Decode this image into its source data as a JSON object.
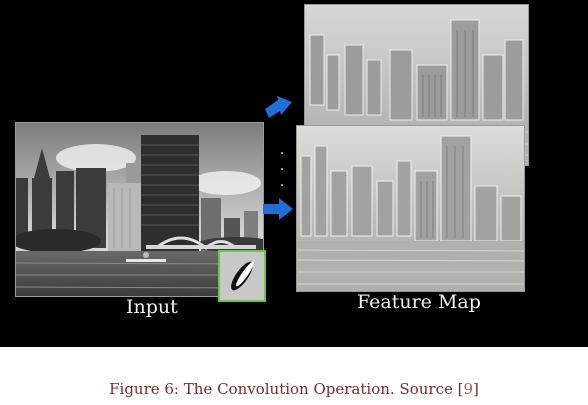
{
  "figure": {
    "input_label": "Input",
    "feature_map_label": "Feature Map",
    "caption_text": "Figure 6: The Convolution Operation. Source [",
    "caption_ref": "9",
    "caption_close": "]"
  },
  "icons": {
    "arrow": "right-arrow-icon",
    "kernel": "edge-filter-kernel"
  },
  "colors": {
    "background": "#000000",
    "arrow": "#1e6fd8",
    "kernel_border": "#6cc64a",
    "caption": "#7a2b2b",
    "caption_ref": "#c0504d"
  }
}
